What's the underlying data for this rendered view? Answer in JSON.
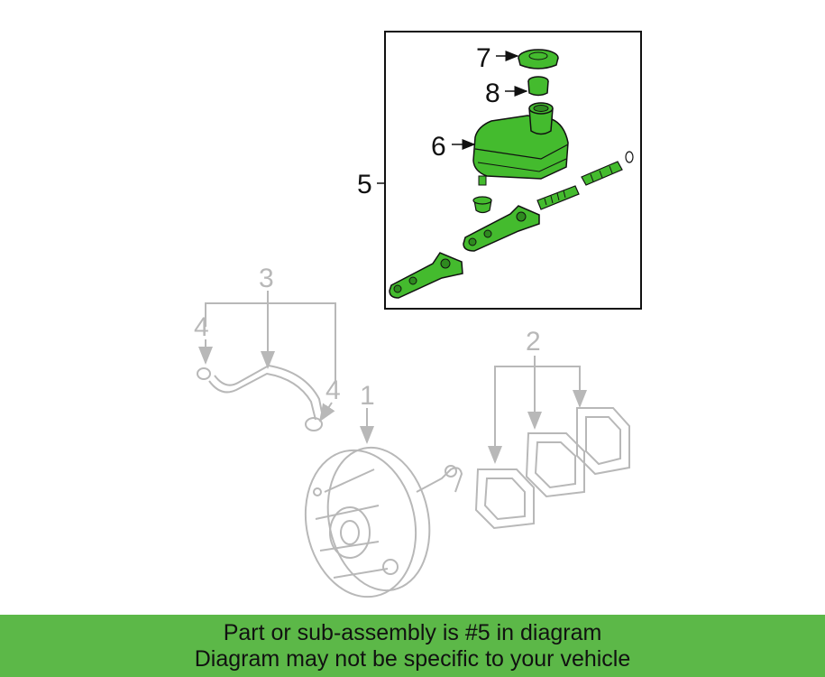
{
  "colors": {
    "highlight_fill": "#44bb2e",
    "highlight_banner": "#5cb848",
    "outline_dark": "#111111",
    "outline_faded": "#b8b8b8"
  },
  "callouts": {
    "c1": "1",
    "c2": "2",
    "c3": "3",
    "c4a": "4",
    "c4b": "4",
    "c5": "5",
    "c6": "6",
    "c7": "7",
    "c8": "8"
  },
  "parts": [
    {
      "id": "1",
      "depiction": "brake-booster",
      "highlighted": false
    },
    {
      "id": "2",
      "depiction": "booster-gaskets",
      "highlighted": false
    },
    {
      "id": "3",
      "depiction": "vacuum-hose",
      "highlighted": false
    },
    {
      "id": "4",
      "depiction": "hose-clamp",
      "highlighted": false
    },
    {
      "id": "5",
      "depiction": "master-cylinder-assembly",
      "highlighted": true
    },
    {
      "id": "6",
      "depiction": "fluid-reservoir",
      "highlighted": true
    },
    {
      "id": "7",
      "depiction": "reservoir-cap",
      "highlighted": true
    },
    {
      "id": "8",
      "depiction": "reservoir-grommet",
      "highlighted": true
    }
  ],
  "banner": {
    "line1": "Part or sub-assembly is #5 in diagram",
    "line2": "Diagram may not be specific to your vehicle"
  }
}
